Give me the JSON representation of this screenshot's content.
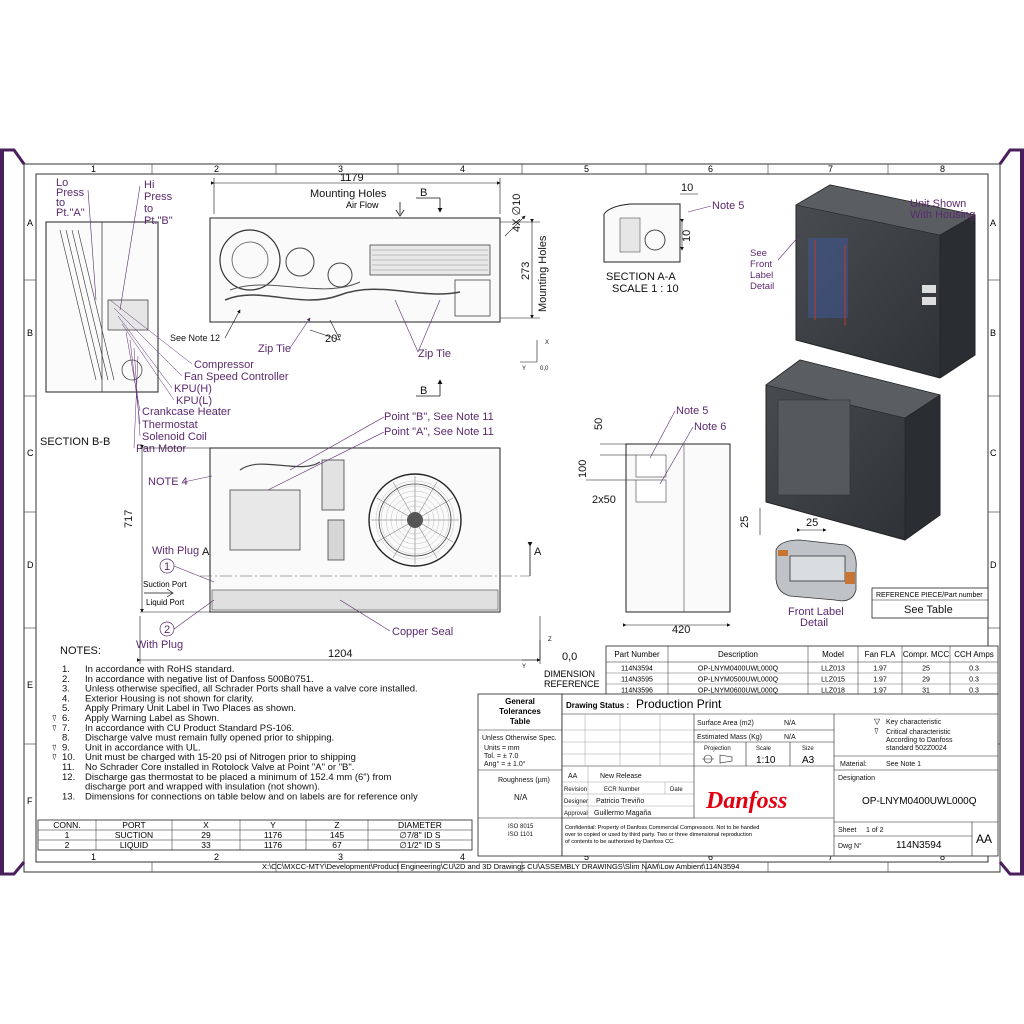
{
  "frame": {
    "columns": [
      "1",
      "2",
      "3",
      "4",
      "5",
      "6",
      "7",
      "8"
    ],
    "rows": [
      "A",
      "B",
      "C",
      "D",
      "E",
      "F"
    ]
  },
  "top_view": {
    "dim_width": "1179",
    "mounting_holes_h": "Mounting Holes",
    "air_flow": "Air Flow",
    "section_marker": "B",
    "holes_spec": "4X ∅10",
    "dim_273": "273",
    "mounting_holes_v": "Mounting Holes",
    "angle": "20°",
    "zip_tie_1": "Zip Tie",
    "zip_tie_2": "Zip Tie",
    "see_note_12": "See Note 12"
  },
  "section_bb": {
    "lo_press": [
      "Lo",
      "Press",
      "to",
      "Pt.\"A\""
    ],
    "hi_press": [
      "Hi",
      "Press",
      "to",
      "Pt.\"B\""
    ],
    "callouts": [
      "Compressor",
      "Fan Speed Controller",
      "KPU(H)",
      "KPU(L)",
      "Crankcase Heater",
      "Thermostat",
      "Solenoid Coil",
      "Fan Motor"
    ],
    "title": "SECTION B-B"
  },
  "section_aa": {
    "dim_10a": "10",
    "dim_10b": "10",
    "note5": "Note 5",
    "title": "SECTION A-A",
    "scale": "SCALE 1 : 10"
  },
  "iso_view": {
    "title_1": "Unit Shown",
    "title_2": "With Housing",
    "see_label": [
      "See",
      "Front",
      "Label",
      "Detail"
    ]
  },
  "front_view": {
    "point_b": "Point \"B\", See Note 11",
    "point_a": "Point \"A\", See Note 11",
    "note4": "NOTE 4",
    "dim_717": "717",
    "with_plug_1": "With Plug",
    "with_plug_2": "With Plug",
    "suction_port": "Suction Port",
    "liquid_port": "Liquid Port",
    "balloon_1": "1",
    "balloon_2": "2",
    "section_a": "A",
    "copper_seal": "Copper Seal",
    "dim_1204": "1204"
  },
  "side_view": {
    "note5": "Note 5",
    "note6": "Note 6",
    "dim_50": "50",
    "dim_100": "100",
    "dim_2x50": "2x50",
    "dim_420": "420"
  },
  "label_detail": {
    "dim_25a": "25",
    "dim_25b": "25",
    "title_1": "Front Label",
    "title_2": "Detail"
  },
  "reference_piece": {
    "header": "REFERENCE PIECE/Part number",
    "value": "See Table"
  },
  "axes": {
    "x": "X",
    "y": "Y",
    "z": "Z",
    "origin": "0,0",
    "dim_ref_1": "DIMENSION",
    "dim_ref_2": "REFERENCE"
  },
  "part_table": {
    "headers": [
      "Part Number",
      "Description",
      "Model",
      "Fan FLA",
      "Compr. MCC",
      "CCH Amps"
    ],
    "rows": [
      [
        "114N3594",
        "OP-LNYM0400UWL000Q",
        "LLZ013",
        "1.97",
        "25",
        "0.3"
      ],
      [
        "114N3595",
        "OP-LNYM0500UWL000Q",
        "LLZ015",
        "1.97",
        "29",
        "0.3"
      ],
      [
        "114N3596",
        "OP-LNYM0600UWL000Q",
        "LLZ018",
        "1.97",
        "31",
        "0.3"
      ]
    ]
  },
  "notes": {
    "title": "NOTES:",
    "items": [
      {
        "num": "1.",
        "text": "In accordance with RoHS standard."
      },
      {
        "num": "2.",
        "text": "In accordance with negative list of Danfoss 500B0751."
      },
      {
        "num": "3.",
        "text": "Unless otherwise specified, all Schrader Ports shall have a valve core installed."
      },
      {
        "num": "4.",
        "text": "Exterior Housing is not shown for clarity."
      },
      {
        "num": "5.",
        "text": "Apply Primary Unit Label in Two Places as shown."
      },
      {
        "num": "6.",
        "text": "Apply Warning Label as Shown."
      },
      {
        "num": "7.",
        "text": "In accordance with CU Product Standard PS-106."
      },
      {
        "num": "8.",
        "text": "Discharge valve must remain fully opened prior to shipping."
      },
      {
        "num": "9.",
        "text": "Unit in accordance with UL."
      },
      {
        "num": "10.",
        "text": "Unit must be charged with 15-20 psi of  Nitrogen prior to shipping"
      },
      {
        "num": "11.",
        "text": "No Schrader Core installed in Rotolock Valve at Point \"A\" or \"B\"."
      },
      {
        "num": "12.",
        "text": "Discharge gas thermostat to be placed a minimum of 152.4 mm (6\") from"
      },
      {
        "num": "",
        "text": "discharge port and wrapped with insulation (not shown)."
      },
      {
        "num": "13.",
        "text": "Dimensions for connections on table below and on labels are for reference only"
      }
    ]
  },
  "conn_table": {
    "headers": [
      "CONN.",
      "PORT",
      "X",
      "Y",
      "Z",
      "DIAMETER"
    ],
    "rows": [
      [
        "1",
        "SUCTION",
        "29",
        "1176",
        "145",
        "∅7/8\" ID S"
      ],
      [
        "2",
        "LIQUID",
        "33",
        "1176",
        "67",
        "∅1/2\" ID S"
      ]
    ]
  },
  "tolerances": {
    "title": [
      "General",
      "Tolerances",
      "Table"
    ],
    "unless": "Unless Otherwise Spec.",
    "units": "Units =    mm",
    "tol": "Tol. = ±  7.0",
    "ang": "Ang° = ± 1.0°",
    "roughness": "Roughness (µm)",
    "roughness_val": "N/A",
    "iso1": "ISO 8015",
    "iso2": "ISO 1101"
  },
  "title_block": {
    "drawing_status_label": "Drawing Status :",
    "drawing_status": "Production Print",
    "surface_area_label": "Surface Area (m2)",
    "surface_area": "N/A",
    "mass_label": "Estimated Mass (Kg)",
    "mass": "N/A",
    "projection_label": "Projection",
    "scale_label": "Scale",
    "scale": "1:10",
    "size_label": "Size",
    "size": "A3",
    "key_char": "Key characteristic",
    "critical_1": "Critical characteristic",
    "critical_2": "According to Danfoss",
    "critical_3": "standard 502Z0024",
    "material_label": "Material:",
    "material": "See Note 1",
    "designation_label": "Designation",
    "designation": "OP-LNYM0400UWL000Q",
    "rev": "AA",
    "rev_desc": "New Release",
    "revision_label": "Revision",
    "ecr_label": "ECR Number",
    "date_label": "Date",
    "designer_label": "Designer",
    "designer": "Patricio Treviño",
    "approval_label": "Approval",
    "approver": "Guillermo Magaña",
    "confidential": [
      "Confidential: Property of Danfoss Commercial Compressors. Not to be handed",
      "over to copied or used by third party. Two or three dimensional reproduction",
      "of contents to be authorized by Danfoss CC."
    ],
    "logo": "Danfoss",
    "sheet_label": "Sheet",
    "sheet": "1  of  2",
    "dwg_label": "Dwg N°",
    "dwg": "114N3594",
    "dwg_rev": "AA"
  },
  "file_path": "X:\\CC\\MXCC-MTY\\Development\\Product Engineering\\CU\\2D and 3D Drawings CU\\ASSEMBLY DRAWINGS\\Slim NAM\\Low Ambient\\114N3594"
}
